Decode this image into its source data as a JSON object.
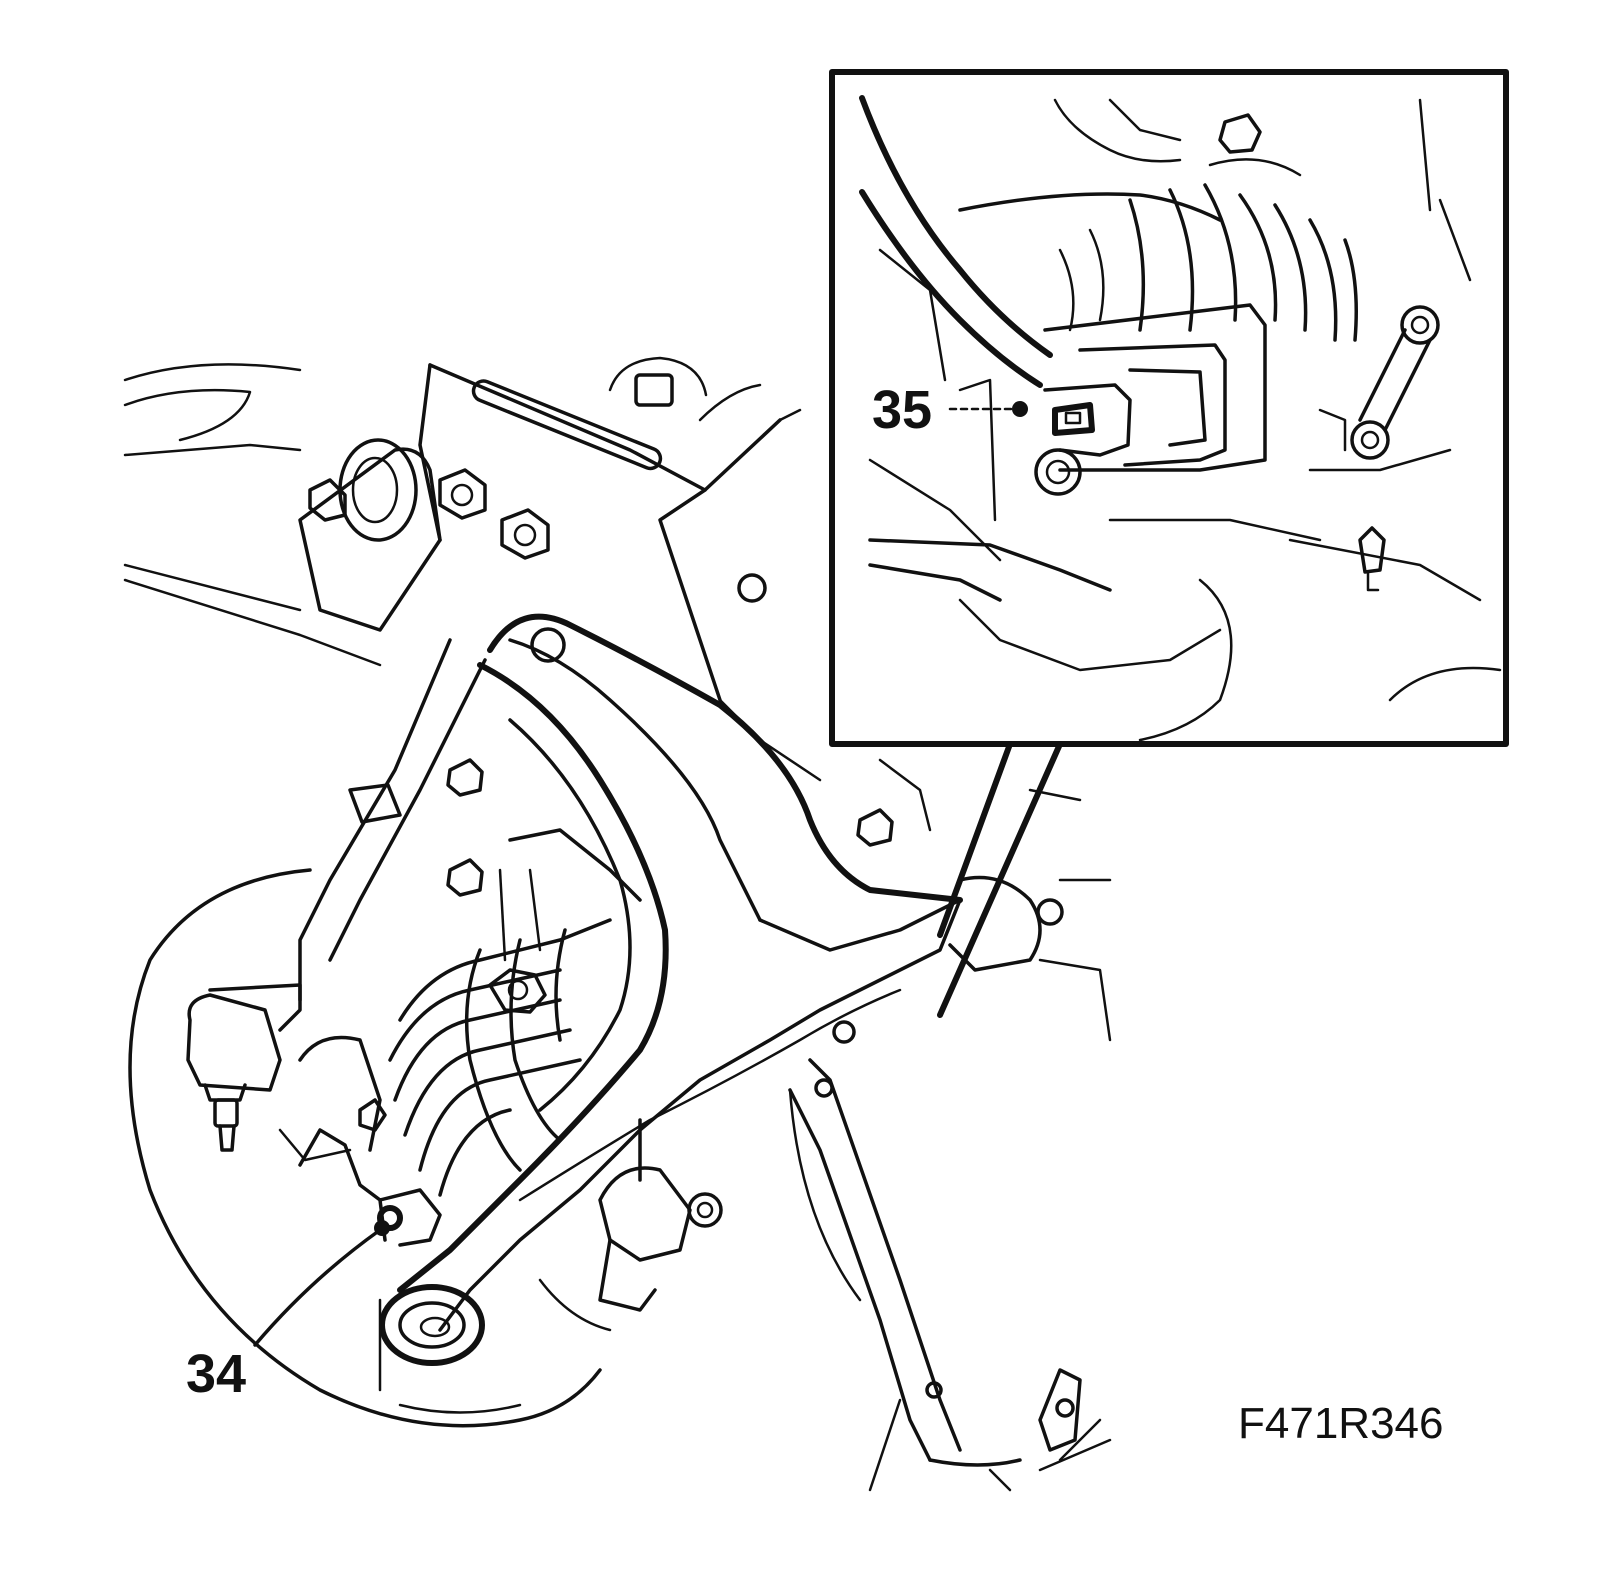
{
  "callouts": {
    "c34": "34",
    "c35": "35"
  },
  "figure_code": "F471R346",
  "colors": {
    "line": "#111111",
    "background": "#ffffff"
  }
}
